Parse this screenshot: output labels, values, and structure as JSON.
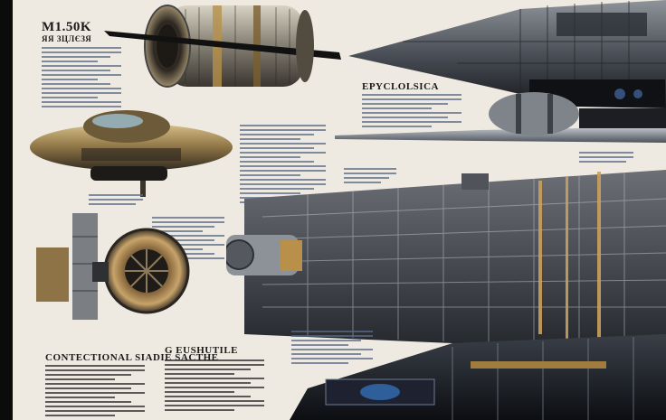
{
  "labels": {
    "top_left_title": "M1.50K",
    "top_left_subtitle": "ЯЯ ЗЦЛЄЗЯ",
    "right_heading": "EPYCLOLSICA",
    "bottom_left_heading": "CONTECTIONAL SIADIE SACTHE",
    "bottom_middle_heading": "G EUSHUTILE"
  },
  "colors": {
    "paper": "#efeae1",
    "ink": "#1c1a18",
    "text_lines": "#5a6a86",
    "metal_dark": "#2c2f35",
    "metal_mid": "#6e717a",
    "brass": "#b8924c",
    "steel": "#9aa3ad"
  }
}
